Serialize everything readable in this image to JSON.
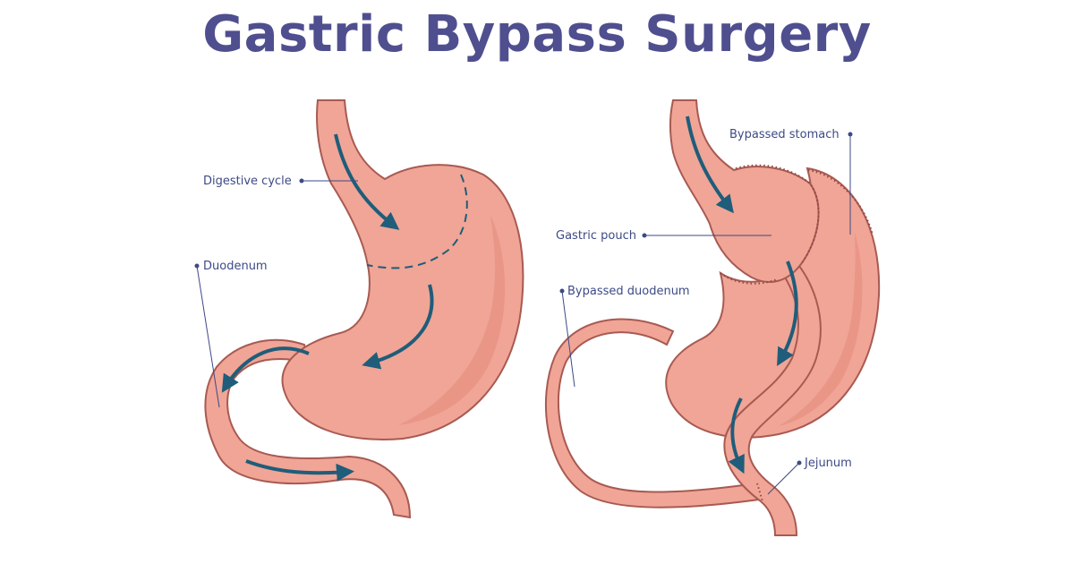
{
  "title": "Gastric Bypass Surgery",
  "colors": {
    "title": "#4f4f8f",
    "organ": "#f0a596",
    "organ_shade": "#e58a7b",
    "outline": "#a85a52",
    "arrow": "#1f5d7a",
    "leader": "#3d4a86",
    "label": "#3d4a86",
    "suture": "#8e4a44"
  },
  "labels": {
    "digestive_cycle": "Digestive cycle",
    "duodenum": "Duodenum",
    "bypassed_stomach": "Bypassed stomach",
    "gastric_pouch": "Gastric pouch",
    "bypassed_duodenum": "Bypassed duodenum",
    "jejunum": "Jejunum"
  }
}
